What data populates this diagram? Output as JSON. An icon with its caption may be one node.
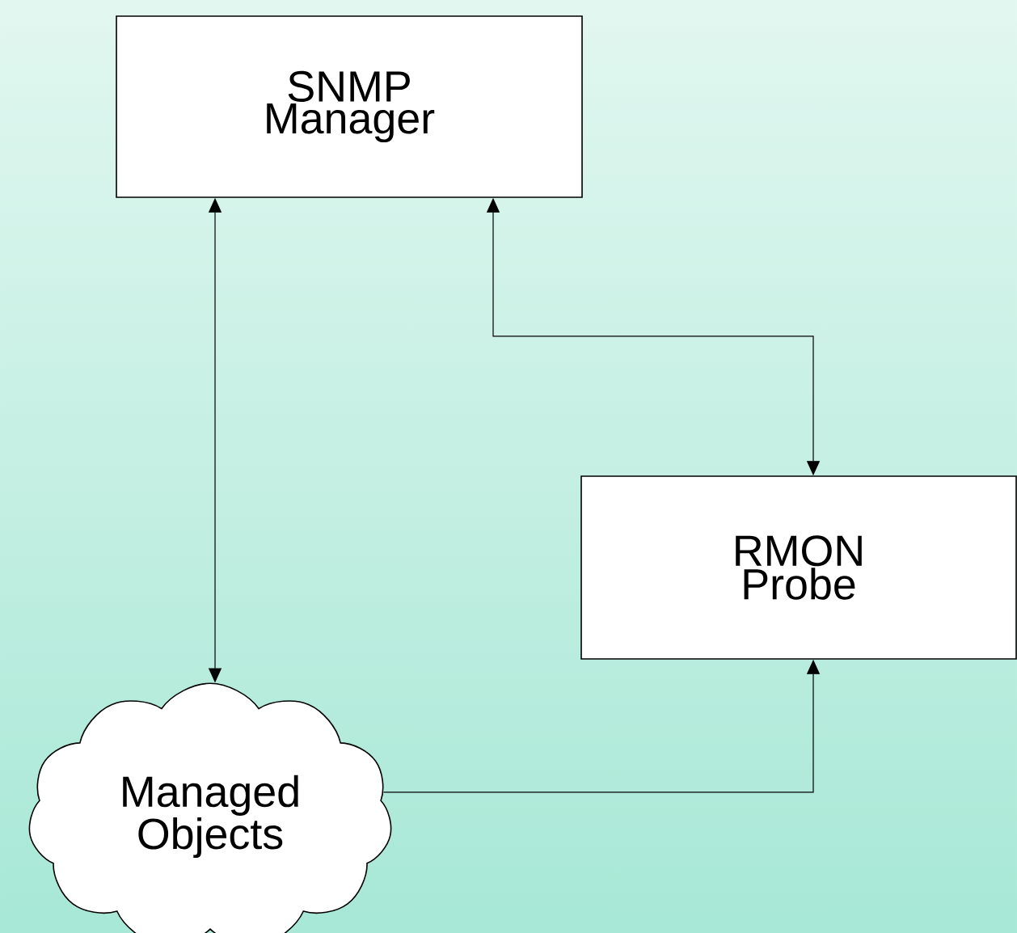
{
  "diagram": {
    "nodes": [
      {
        "text": [
          "SNMP Manager"
        ]
      },
      {
        "text": [
          "RMON Probe"
        ]
      },
      {
        "text": [
          "Managed Objects"
        ]
      }
    ],
    "edges": [
      {
        "from": 0,
        "to": 2,
        "arrow": "both"
      },
      {
        "from": 0,
        "to": 1,
        "arrow": "both"
      },
      {
        "from": 2,
        "to": 1,
        "arrow": "to"
      }
    ]
  }
}
